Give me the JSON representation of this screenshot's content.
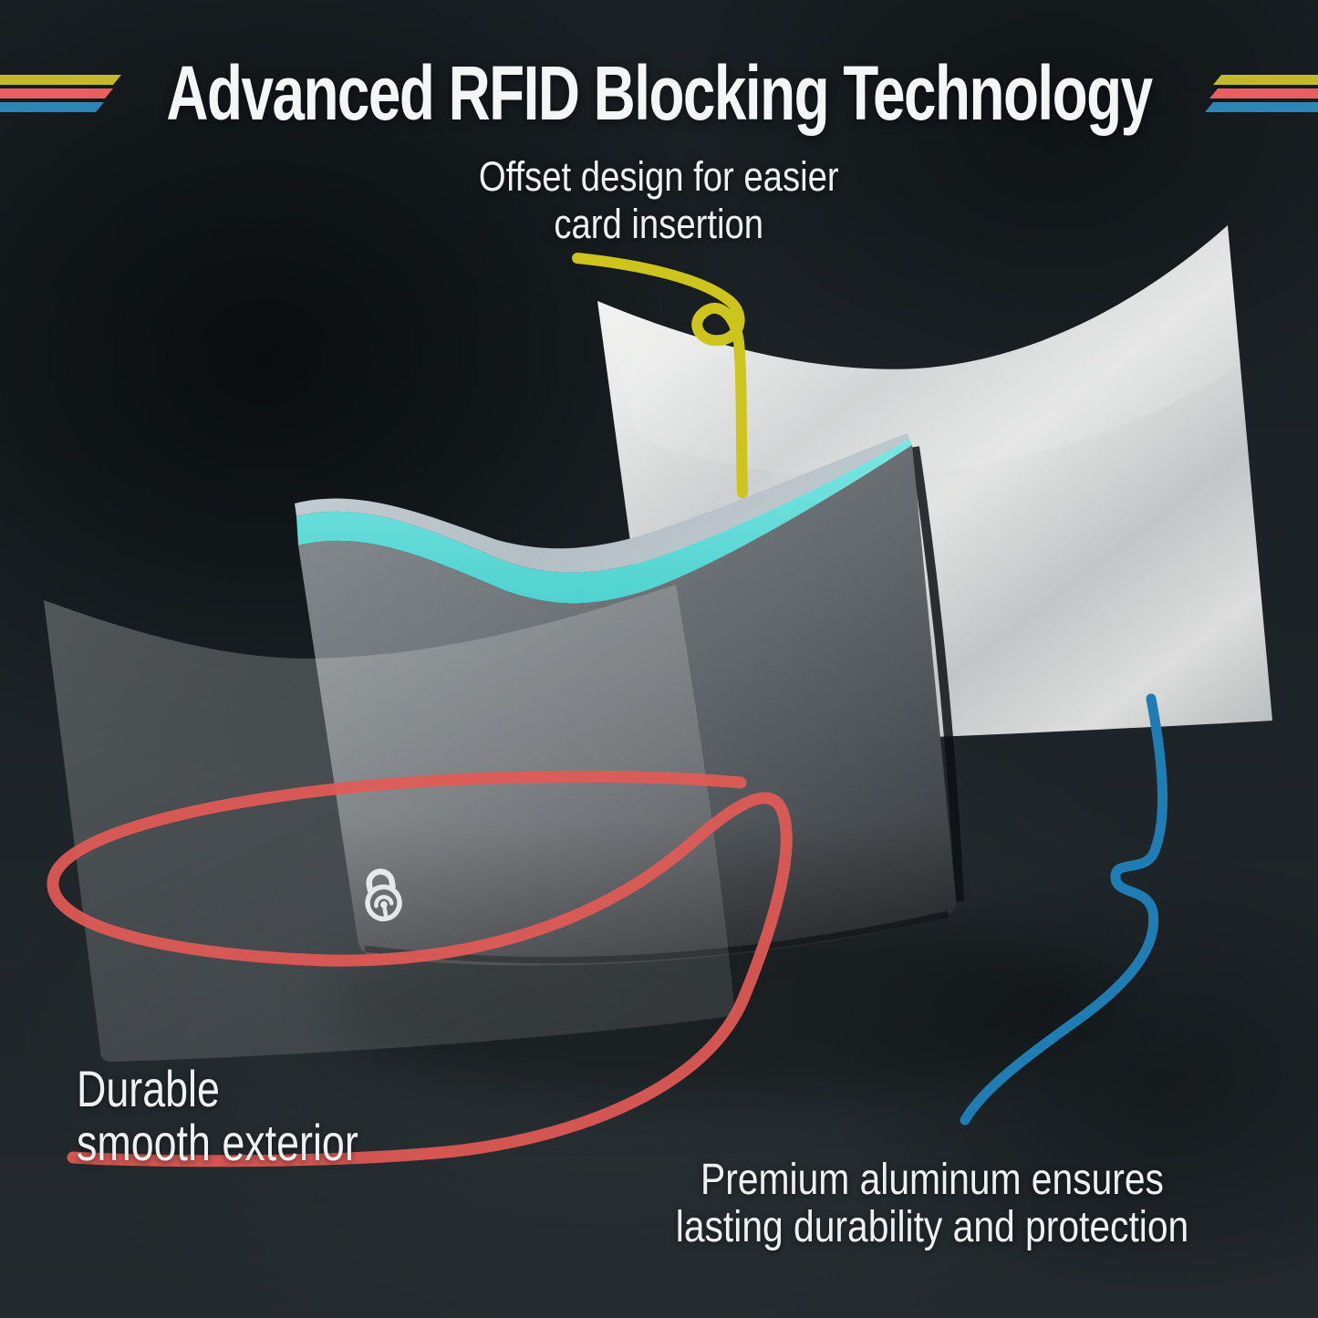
{
  "header": {
    "title": "Advanced RFID Blocking Technology"
  },
  "callouts": {
    "offset": {
      "line1": "Offset design for easier",
      "line2": "card insertion"
    },
    "durable": {
      "line1": "Durable",
      "line2": "smooth exterior"
    },
    "aluminum": {
      "line1": "Premium aluminum ensures",
      "line2": "lasting durability and protection"
    }
  },
  "product": {
    "logo_icon": "rfid-lock-icon",
    "parts": {
      "sleeve": "rfid-blocking-sleeve",
      "insert": "aluminum-insert-sheet",
      "film": "protective-film-sheet"
    }
  },
  "colors": {
    "title": "#f4f5f5",
    "text": "#eef0f1",
    "stripe_yellow": "#c3b92c",
    "stripe_red": "#e66060",
    "stripe_blue": "#2e86b8",
    "annotation_yellow": "#cdc41e",
    "annotation_red": "#e35a56",
    "annotation_blue": "#1f7db4",
    "cyan": "#7ce7e2",
    "cyan_deep": "#4fd2d0",
    "sleeve_gray": "#5c6266",
    "aluminum": "#d9dbda",
    "background": "#1d2427"
  }
}
